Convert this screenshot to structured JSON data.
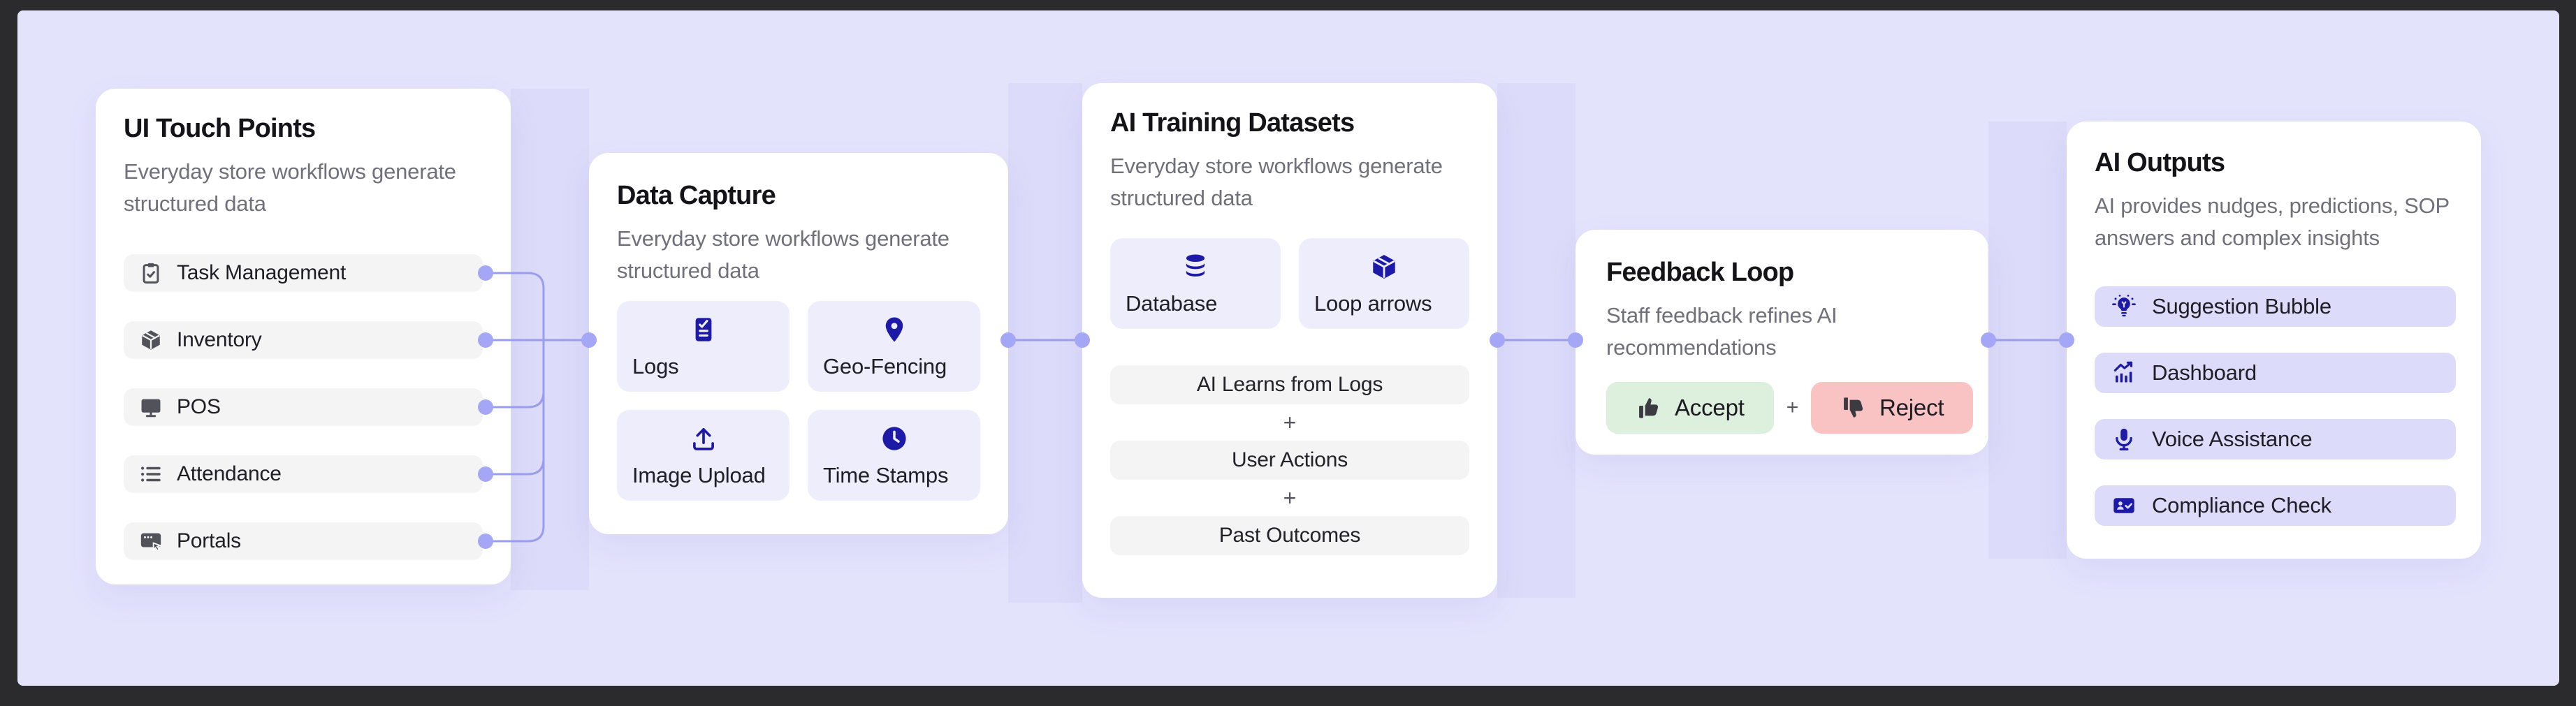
{
  "colors": {
    "frame_bg": "#2b2b2e",
    "canvas_bg": "#e4e3fc",
    "connector_dot": "#a4a6f6",
    "connector_line": "#9a9cf0",
    "icon_navy": "#1d1aa8",
    "icon_gray": "#52525b",
    "accept_bg": "#ddf0de",
    "reject_bg": "#f9c3c4"
  },
  "cards": {
    "ui_touch_points": {
      "title": "UI Touch Points",
      "description": "Everyday store workflows generate structured data",
      "items": [
        {
          "label": "Task Management",
          "icon": "clipboard-check-icon"
        },
        {
          "label": "Inventory",
          "icon": "package-icon"
        },
        {
          "label": "POS",
          "icon": "monitor-icon"
        },
        {
          "label": "Attendance",
          "icon": "list-icon"
        },
        {
          "label": "Portals",
          "icon": "screen-share-icon"
        }
      ]
    },
    "data_capture": {
      "title": "Data Capture",
      "description": "Everyday store workflows generate structured data",
      "tiles": [
        {
          "label": "Logs",
          "icon": "clipboard-list-icon"
        },
        {
          "label": "Geo-Fencing",
          "icon": "map-pin-icon"
        },
        {
          "label": "Image Upload",
          "icon": "upload-icon"
        },
        {
          "label": "Time Stamps",
          "icon": "clock-icon"
        }
      ]
    },
    "ai_training_datasets": {
      "title": "AI Training Datasets",
      "description": "Everyday store workflows generate structured data",
      "tiles": [
        {
          "label": "Database",
          "icon": "database-icon"
        },
        {
          "label": "Loop arrows",
          "icon": "cube-icon"
        }
      ],
      "pills": [
        "AI Learns from Logs",
        "User Actions",
        "Past Outcomes"
      ],
      "plus_separator": "+"
    },
    "feedback_loop": {
      "title": "Feedback Loop",
      "description": "Staff feedback refines AI recommendations",
      "accept_label": "Accept",
      "reject_label": "Reject",
      "plus_separator": "+"
    },
    "ai_outputs": {
      "title": "AI Outputs",
      "description": "AI provides nudges, predictions, SOP answers and complex insights",
      "items": [
        {
          "label": "Suggestion Bubble",
          "icon": "lightbulb-icon"
        },
        {
          "label": "Dashboard",
          "icon": "chart-icon"
        },
        {
          "label": "Voice Assistance",
          "icon": "microphone-icon"
        },
        {
          "label": "Compliance Check",
          "icon": "badge-check-icon"
        }
      ]
    }
  }
}
